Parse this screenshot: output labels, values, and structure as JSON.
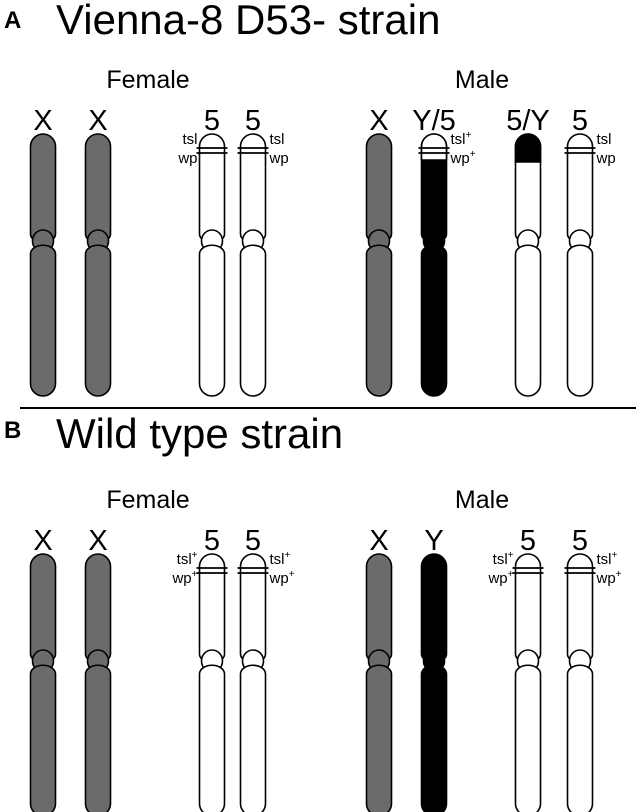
{
  "colors": {
    "x_fill": "#6b6b6b",
    "y_fill": "#000000",
    "autosome_fill": "#ffffff",
    "outline": "#000000",
    "divider": "#000000"
  },
  "panels": [
    {
      "letter": "A",
      "title": "Vienna-8 D53- strain",
      "groups": [
        {
          "label": "Female",
          "chromosomes": [
            {
              "label": "X",
              "type": "X"
            },
            {
              "label": "X",
              "type": "X"
            },
            {
              "label": "5",
              "type": "auto5",
              "marker": {
                "top": "tsl",
                "top_sup": "",
                "bottom": "wp",
                "bottom_sup": "",
                "side": "left"
              }
            },
            {
              "label": "5",
              "type": "auto5",
              "marker": {
                "top": "tsl",
                "top_sup": "",
                "bottom": "wp",
                "bottom_sup": "",
                "side": "right"
              }
            }
          ]
        },
        {
          "label": "Male",
          "chromosomes": [
            {
              "label": "X",
              "type": "X"
            },
            {
              "label": "Y/5",
              "type": "Y5",
              "marker": {
                "top": "tsl",
                "top_sup": "+",
                "bottom": "wp",
                "bottom_sup": "+",
                "side": "right"
              }
            },
            {
              "label": "5/Y",
              "type": "5Y"
            },
            {
              "label": "5",
              "type": "auto5",
              "marker": {
                "top": "tsl",
                "top_sup": "",
                "bottom": "wp",
                "bottom_sup": "",
                "side": "right"
              }
            }
          ]
        }
      ]
    },
    {
      "letter": "B",
      "title": "Wild type strain",
      "groups": [
        {
          "label": "Female",
          "chromosomes": [
            {
              "label": "X",
              "type": "X"
            },
            {
              "label": "X",
              "type": "X"
            },
            {
              "label": "5",
              "type": "auto5",
              "marker": {
                "top": "tsl",
                "top_sup": "+",
                "bottom": "wp",
                "bottom_sup": "+",
                "side": "left"
              }
            },
            {
              "label": "5",
              "type": "auto5",
              "marker": {
                "top": "tsl",
                "top_sup": "+",
                "bottom": "wp",
                "bottom_sup": "+",
                "side": "right"
              }
            }
          ]
        },
        {
          "label": "Male",
          "chromosomes": [
            {
              "label": "X",
              "type": "X"
            },
            {
              "label": "Y",
              "type": "Y"
            },
            {
              "label": "5",
              "type": "auto5",
              "marker": {
                "top": "tsl",
                "top_sup": "+",
                "bottom": "wp",
                "bottom_sup": "+",
                "side": "left"
              }
            },
            {
              "label": "5",
              "type": "auto5",
              "marker": {
                "top": "tsl",
                "top_sup": "+",
                "bottom": "wp",
                "bottom_sup": "+",
                "side": "right"
              }
            }
          ]
        }
      ]
    }
  ]
}
